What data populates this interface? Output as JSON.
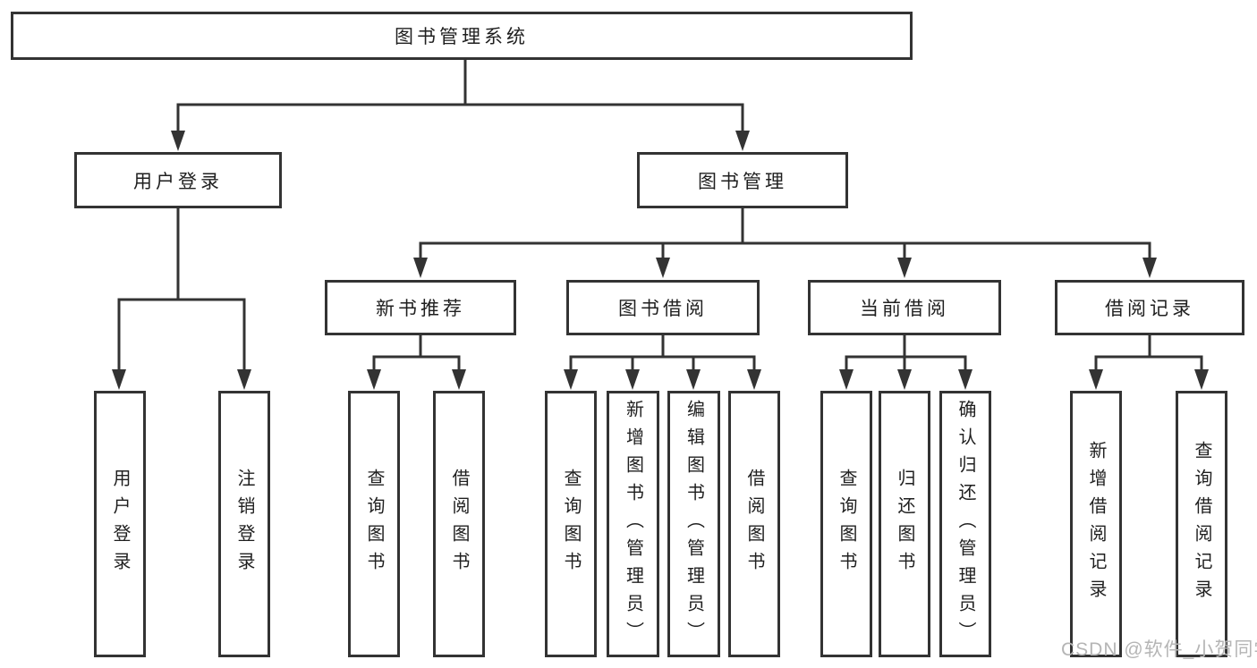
{
  "diagram_title": "图书管理系统",
  "tree": {
    "label": "图书管理系统",
    "children": [
      {
        "label": "用户登录",
        "children": [
          {
            "label": "用户登录"
          },
          {
            "label": "注销登录"
          }
        ]
      },
      {
        "label": "图书管理",
        "children": [
          {
            "label": "新书推荐",
            "children": [
              {
                "label": "查询图书"
              },
              {
                "label": "借阅图书"
              }
            ]
          },
          {
            "label": "图书借阅",
            "children": [
              {
                "label": "查询图书"
              },
              {
                "label": "新增图书（管理员）"
              },
              {
                "label": "编辑图书（管理员）"
              },
              {
                "label": "借阅图书"
              }
            ]
          },
          {
            "label": "当前借阅",
            "children": [
              {
                "label": "查询图书"
              },
              {
                "label": "归还图书"
              },
              {
                "label": "确认归还（管理员）"
              }
            ]
          },
          {
            "label": "借阅记录",
            "children": [
              {
                "label": "新增借阅记录"
              },
              {
                "label": "查询借阅记录"
              }
            ]
          }
        ]
      }
    ]
  },
  "watermark": {
    "text": "CSDN @软件_小贺同学"
  },
  "colors": {
    "line": "#333333",
    "text": "#1f1f1f",
    "background": "#ffffff",
    "watermark": "#b5b5b5"
  }
}
